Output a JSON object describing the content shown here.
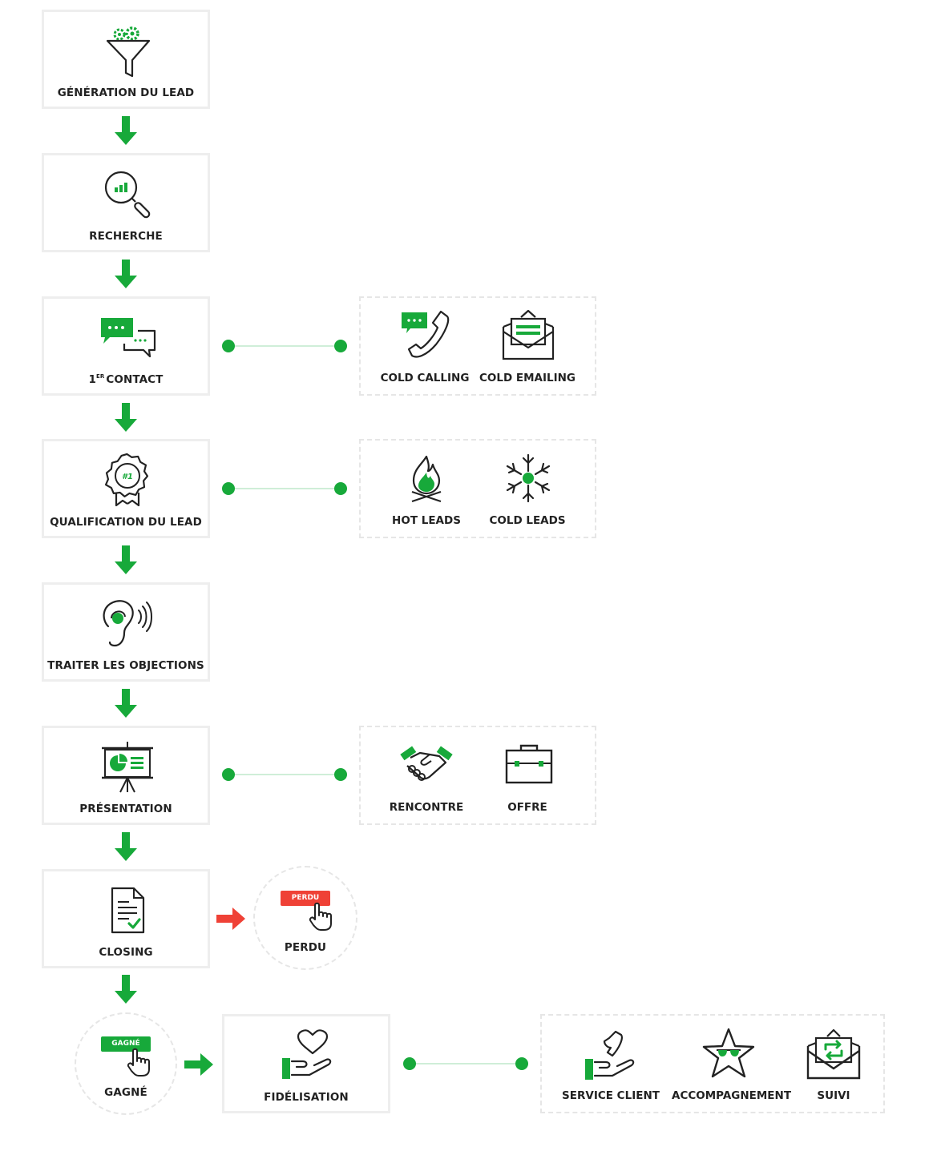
{
  "colors": {
    "green": "#17a93a",
    "red": "#ef4136",
    "dark": "#222222",
    "border": "#eeeeee",
    "connector": "#cfeed8"
  },
  "steps": [
    {
      "label": "GÉNÉRATION DU LEAD",
      "icon": "funnel-gears-icon"
    },
    {
      "label": "RECHERCHE",
      "icon": "magnifier-chart-icon"
    },
    {
      "ordinal": "1",
      "ordinal_sup": "ER",
      "label": "CONTACT",
      "icon": "chat-bubbles-icon"
    },
    {
      "label": "QUALIFICATION DU LEAD",
      "icon": "rosette-badge-icon"
    },
    {
      "label": "TRAITER LES OBJECTIONS",
      "icon": "ear-sound-icon"
    },
    {
      "label": "PRÉSENTATION",
      "icon": "presentation-board-icon"
    },
    {
      "label": "CLOSING",
      "icon": "signed-document-icon"
    }
  ],
  "branches": {
    "contact": [
      {
        "label": "COLD CALLING",
        "icon": "phone-chat-icon"
      },
      {
        "label": "COLD EMAILING",
        "icon": "open-envelope-icon"
      }
    ],
    "qualification": [
      {
        "label": "HOT LEADS",
        "icon": "campfire-icon"
      },
      {
        "label": "COLD LEADS",
        "icon": "snowflake-icon"
      }
    ],
    "presentation": [
      {
        "label": "RENCONTRE",
        "icon": "handshake-icon"
      },
      {
        "label": "OFFRE",
        "icon": "briefcase-icon"
      }
    ]
  },
  "perdu": {
    "badge": "PERDU",
    "label": "PERDU",
    "icon": "pointer-hand-icon"
  },
  "gagne": {
    "badge": "GAGNÉ",
    "label": "GAGNÉ",
    "icon": "pointer-hand-icon"
  },
  "fidelisation": {
    "label": "FIDÉLISATION",
    "icon": "hand-heart-icon"
  },
  "after_sales": [
    {
      "label": "SERVICE CLIENT",
      "icon": "hand-phone-icon"
    },
    {
      "label": "ACCOMPAGNEMENT",
      "icon": "star-sunglasses-icon"
    },
    {
      "label": "SUIVI",
      "icon": "envelope-refresh-icon"
    }
  ]
}
